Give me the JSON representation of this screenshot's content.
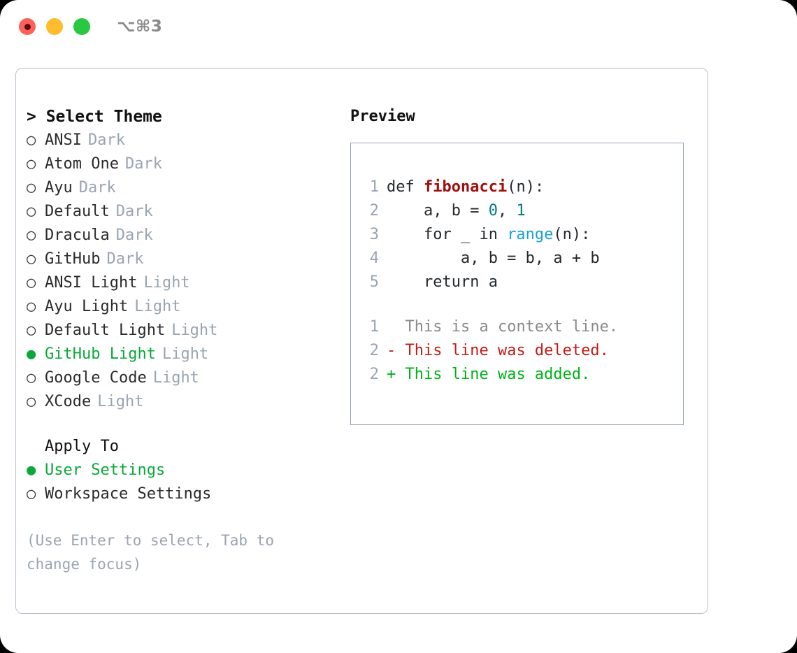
{
  "titlebar": {
    "lights": [
      {
        "name": "close-button",
        "color": "#ff6058"
      },
      {
        "name": "minimize-button",
        "color": "#ffbd2e"
      },
      {
        "name": "maximize-button",
        "color": "#28c840"
      }
    ],
    "shortcut": "⌥⌘3"
  },
  "left": {
    "heading": "> Select Theme",
    "themes": [
      {
        "marker": "○",
        "name": "ANSI",
        "badge": "Dark",
        "selected": false
      },
      {
        "marker": "○",
        "name": "Atom One",
        "badge": "Dark",
        "selected": false
      },
      {
        "marker": "○",
        "name": "Ayu",
        "badge": "Dark",
        "selected": false
      },
      {
        "marker": "○",
        "name": "Default",
        "badge": "Dark",
        "selected": false
      },
      {
        "marker": "○",
        "name": "Dracula",
        "badge": "Dark",
        "selected": false
      },
      {
        "marker": "○",
        "name": "GitHub",
        "badge": "Dark",
        "selected": false
      },
      {
        "marker": "○",
        "name": "ANSI Light",
        "badge": "Light",
        "selected": false
      },
      {
        "marker": "○",
        "name": "Ayu Light",
        "badge": "Light",
        "selected": false
      },
      {
        "marker": "○",
        "name": "Default Light",
        "badge": "Light",
        "selected": false
      },
      {
        "marker": "●",
        "name": "GitHub Light",
        "badge": "Light",
        "selected": true
      },
      {
        "marker": "○",
        "name": "Google Code",
        "badge": "Light",
        "selected": false
      },
      {
        "marker": "○",
        "name": "XCode",
        "badge": "Light",
        "selected": false
      }
    ],
    "apply_to_title": "Apply To",
    "apply_to": [
      {
        "marker": "●",
        "name": "User Settings",
        "selected": true
      },
      {
        "marker": "○",
        "name": "Workspace Settings",
        "selected": false
      }
    ],
    "hint": "(Use Enter to select, Tab to change focus)"
  },
  "right": {
    "preview_title": "Preview",
    "code_lines": [
      {
        "no": "1",
        "tokens": [
          {
            "t": "def ",
            "c": "tok-def"
          },
          {
            "t": "fibonacci",
            "c": "tok-fn"
          },
          {
            "t": "(n):",
            "c": "tok-plain"
          }
        ]
      },
      {
        "no": "2",
        "tokens": [
          {
            "t": "    a, b = ",
            "c": "tok-plain"
          },
          {
            "t": "0",
            "c": "tok-num"
          },
          {
            "t": ", ",
            "c": "tok-plain"
          },
          {
            "t": "1",
            "c": "tok-num"
          }
        ]
      },
      {
        "no": "3",
        "tokens": [
          {
            "t": "    for _ in ",
            "c": "tok-plain"
          },
          {
            "t": "range",
            "c": "tok-call"
          },
          {
            "t": "(n):",
            "c": "tok-plain"
          }
        ]
      },
      {
        "no": "4",
        "tokens": [
          {
            "t": "        a, b = b, a + b",
            "c": "tok-plain"
          }
        ]
      },
      {
        "no": "5",
        "tokens": [
          {
            "t": "    return a",
            "c": "tok-plain"
          }
        ]
      }
    ],
    "diff_lines": [
      {
        "no": "1",
        "sign": "  ",
        "text": "This is a context line.",
        "kind": "diff-context"
      },
      {
        "no": "2",
        "sign": "- ",
        "text": "This line was deleted.",
        "kind": "diff-del"
      },
      {
        "no": "2",
        "sign": "+ ",
        "text": "This line was added.",
        "kind": "diff-add"
      }
    ]
  },
  "colors": {
    "accent_green": "#0aa83a",
    "muted_blue_gray": "#9aa4b2",
    "panel_border": "#b8c0cc",
    "preview_border": "#97a3b2",
    "diff_added": "#00b21a",
    "diff_deleted": "#c41a16",
    "syntax_function": "#a01010",
    "syntax_number": "#007b7f",
    "syntax_call": "#1a9fd4"
  }
}
